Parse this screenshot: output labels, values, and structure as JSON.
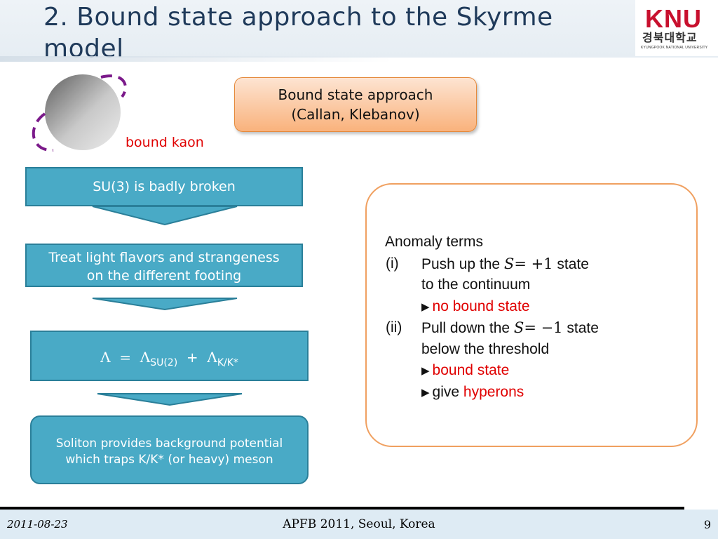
{
  "slide": {
    "title": "2. Bound state approach to the Skyrme model"
  },
  "logo": {
    "mark": "KNU",
    "korean": "경북대학교",
    "english": "KYUNGPOOK NATIONAL UNIVERSITY"
  },
  "illustration": {
    "kaon_label": "bound kaon"
  },
  "approach_box": {
    "line1": "Bound state approach",
    "line2": "(Callan, Klebanov)"
  },
  "flow": {
    "step1": "SU(3) is badly broken",
    "step2_line1": "Treat light flavors and strangeness",
    "step2_line2": "on the different footing",
    "step3": {
      "lambda": "Λ",
      "equals": "=",
      "plus": "+",
      "sub_su2": "SU(2)",
      "sub_kk": "K/K*"
    },
    "step4_line1": "Soliton provides background potential",
    "step4_line2": "which traps K/K* (or heavy) meson"
  },
  "anomaly": {
    "heading": "Anomaly terms",
    "i_num": "(i)",
    "i_pre": "Push up the ",
    "i_math_var": "S",
    "i_math_val": "= +1",
    "i_post": " state",
    "i_line2": "to the continuum",
    "i_result": "no bound state",
    "ii_num": "(ii)",
    "ii_pre": "Pull down the ",
    "ii_math_var": "S",
    "ii_math_val": "= −1",
    "ii_post": " state",
    "ii_line2": "below the threshold",
    "ii_result1": "bound state",
    "ii_result2_pre": "give ",
    "ii_result2_red": "hyperons"
  },
  "footer": {
    "date": "2011-08-23",
    "event": "APFB 2011, Seoul, Korea",
    "page": "9"
  },
  "colors": {
    "title": "#1f3a5a",
    "step_fill": "#49aac6",
    "accent_red": "#e00000",
    "orange_border": "#f0a060",
    "kaon_ring": "#7b1a8a"
  }
}
